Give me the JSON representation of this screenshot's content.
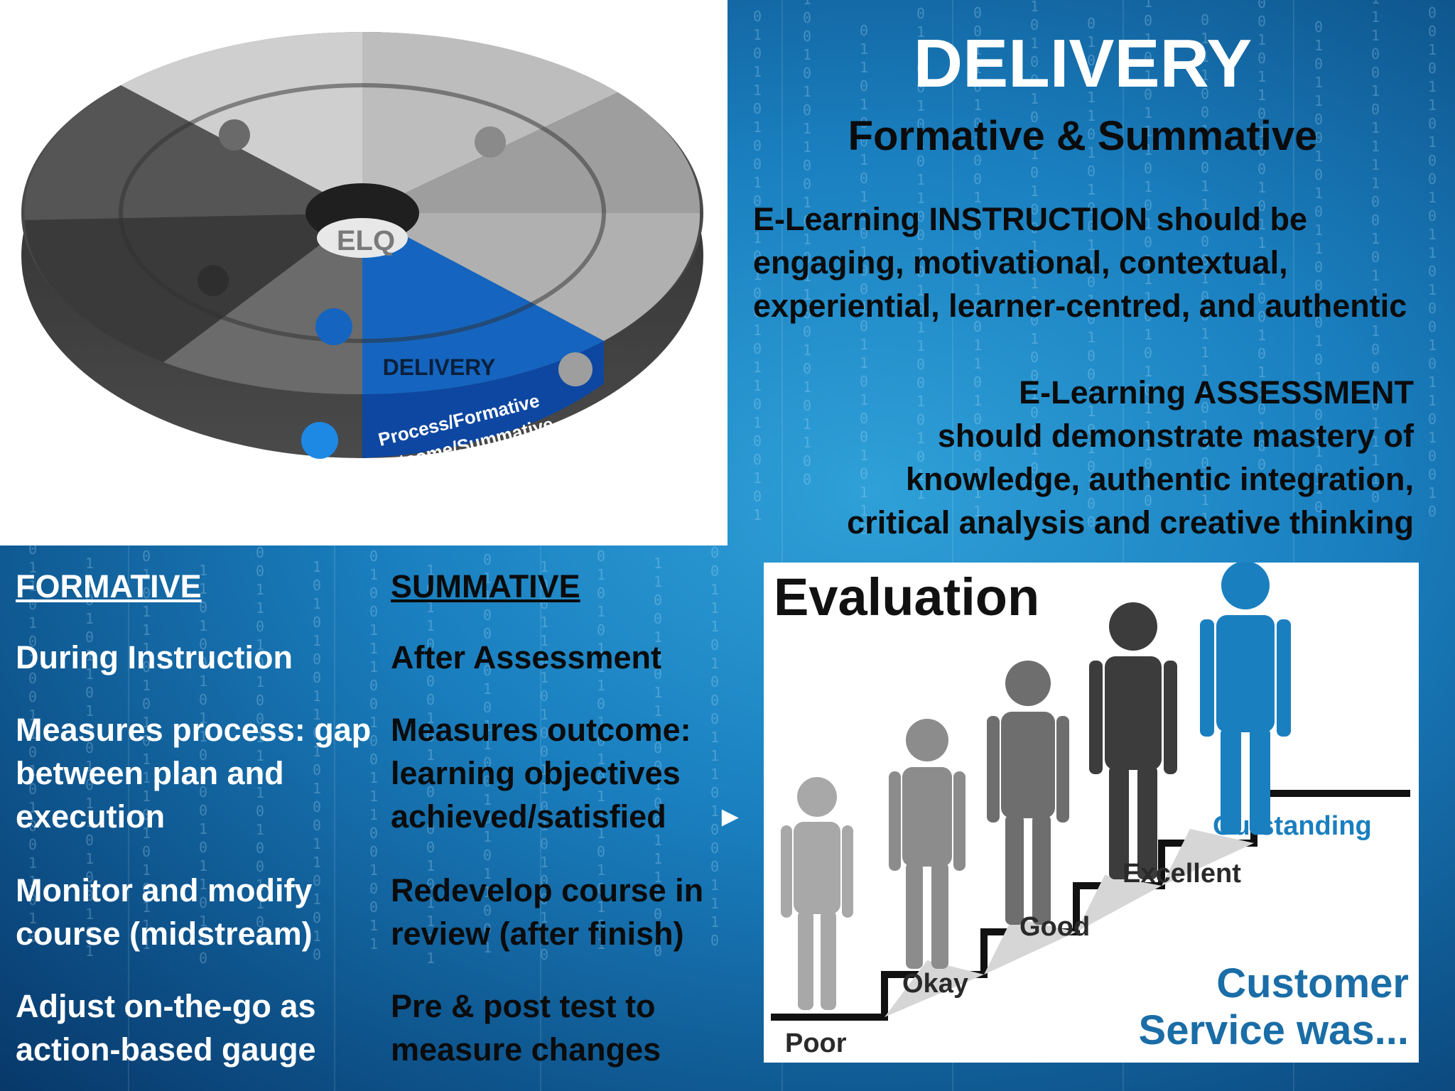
{
  "slide": {
    "title": "DELIVERY",
    "subtitle": "Formative & Summative",
    "instruction_text": "E-Learning INSTRUCTION should be engaging, motivational, contextual, experiential, learner-centred, and authentic",
    "assessment_lines": [
      "E-Learning ASSESSMENT",
      "should demonstrate mastery of",
      "knowledge, authentic integration,",
      "critical analysis and creative thinking"
    ]
  },
  "puzzle": {
    "center_label": "ELQ",
    "highlight_label": "DELIVERY",
    "highlight_sub1": "Process/Formative",
    "highlight_sub2": "Outcome/Summative",
    "highlight_color": "#1565c0"
  },
  "formative": {
    "heading": "FORMATIVE",
    "items": [
      "During Instruction",
      "Measures process: gap between plan and execution",
      "Monitor and modify course (midstream)",
      "Adjust on-the-go as action-based gauge"
    ]
  },
  "summative": {
    "heading": "SUMMATIVE",
    "items": [
      "After Assessment",
      "Measures outcome: learning objectives achieved/satisfied",
      "Redevelop course in review (after finish)",
      "Pre & post test to measure changes"
    ]
  },
  "arrow_glyph": "►",
  "evaluation": {
    "title": "Evaluation",
    "levels": [
      "Poor",
      "Okay",
      "Good",
      "Excellent",
      "Outstanding"
    ],
    "tagline_line1": "Customer",
    "tagline_line2": "Service was...",
    "accent_color": "#1a7fbf"
  }
}
